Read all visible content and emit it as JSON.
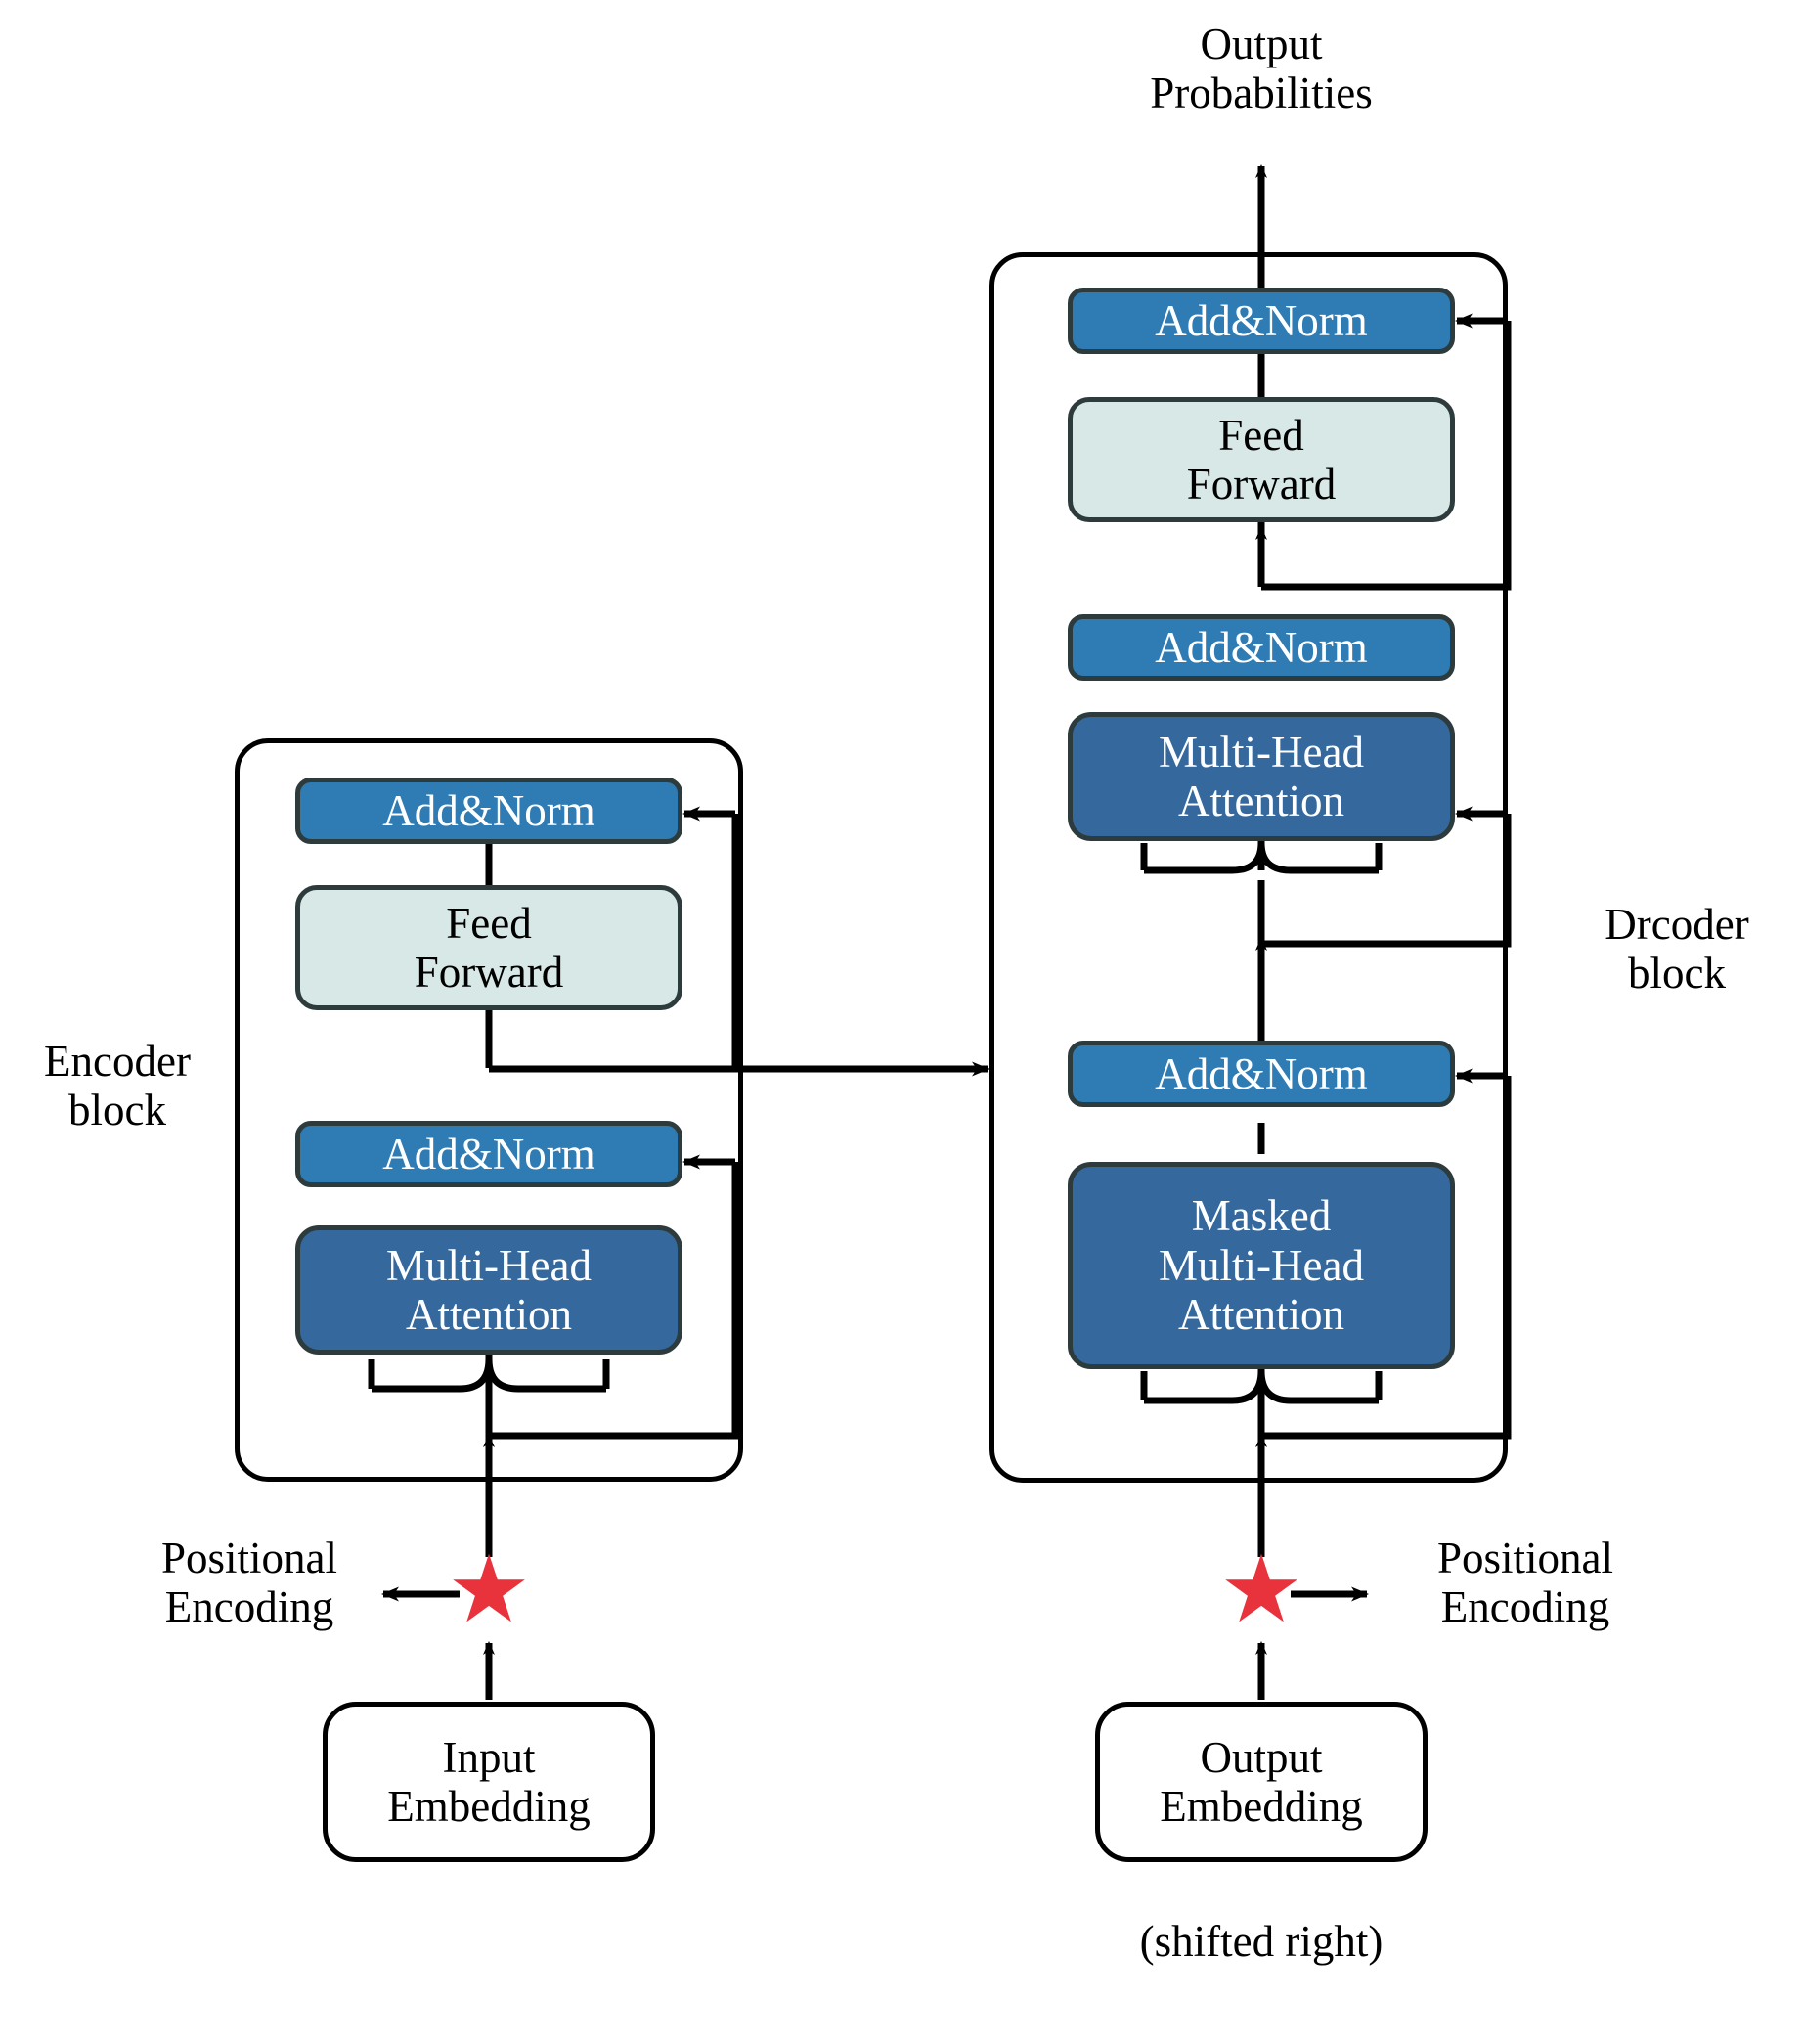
{
  "figure": {
    "title": "Transformer encoder-decoder architecture",
    "colors": {
      "add_norm_fill": "#2F7CB4",
      "feed_forward_fill": "#D7E8E7",
      "attention_fill": "#35699E",
      "box_stroke": "#2E3B3C",
      "outer_stroke": "#000000",
      "wire": "#000000",
      "star": "#E8323C",
      "background": "#FFFFFF",
      "box_text_light": "#FFFFFF",
      "box_text_dark": "#000000"
    }
  },
  "top": {
    "output_probabilities": "Output\nProbabilities"
  },
  "encoder": {
    "block_label": "Encoder\nblock",
    "add_norm_top": "Add&Norm",
    "feed_forward": "Feed\nForward",
    "add_norm_bottom": "Add&Norm",
    "attention": "Multi-Head\nAttention",
    "positional_encoding_label": "Positional\nEncoding",
    "embedding": "Input\nEmbedding",
    "star_glyph": "★"
  },
  "decoder": {
    "block_label": "Drcoder\nblock",
    "add_norm_top": "Add&Norm",
    "feed_forward": "Feed\nForward",
    "add_norm_middle": "Add&Norm",
    "cross_attention": "Multi-Head\nAttention",
    "add_norm_bottom": "Add&Norm",
    "masked_attention": "Masked\nMulti-Head\nAttention",
    "positional_encoding_label": "Positional\nEncoding",
    "embedding": "Output\nEmbedding",
    "shifted_note": "(shifted right)",
    "star_glyph": "★"
  }
}
